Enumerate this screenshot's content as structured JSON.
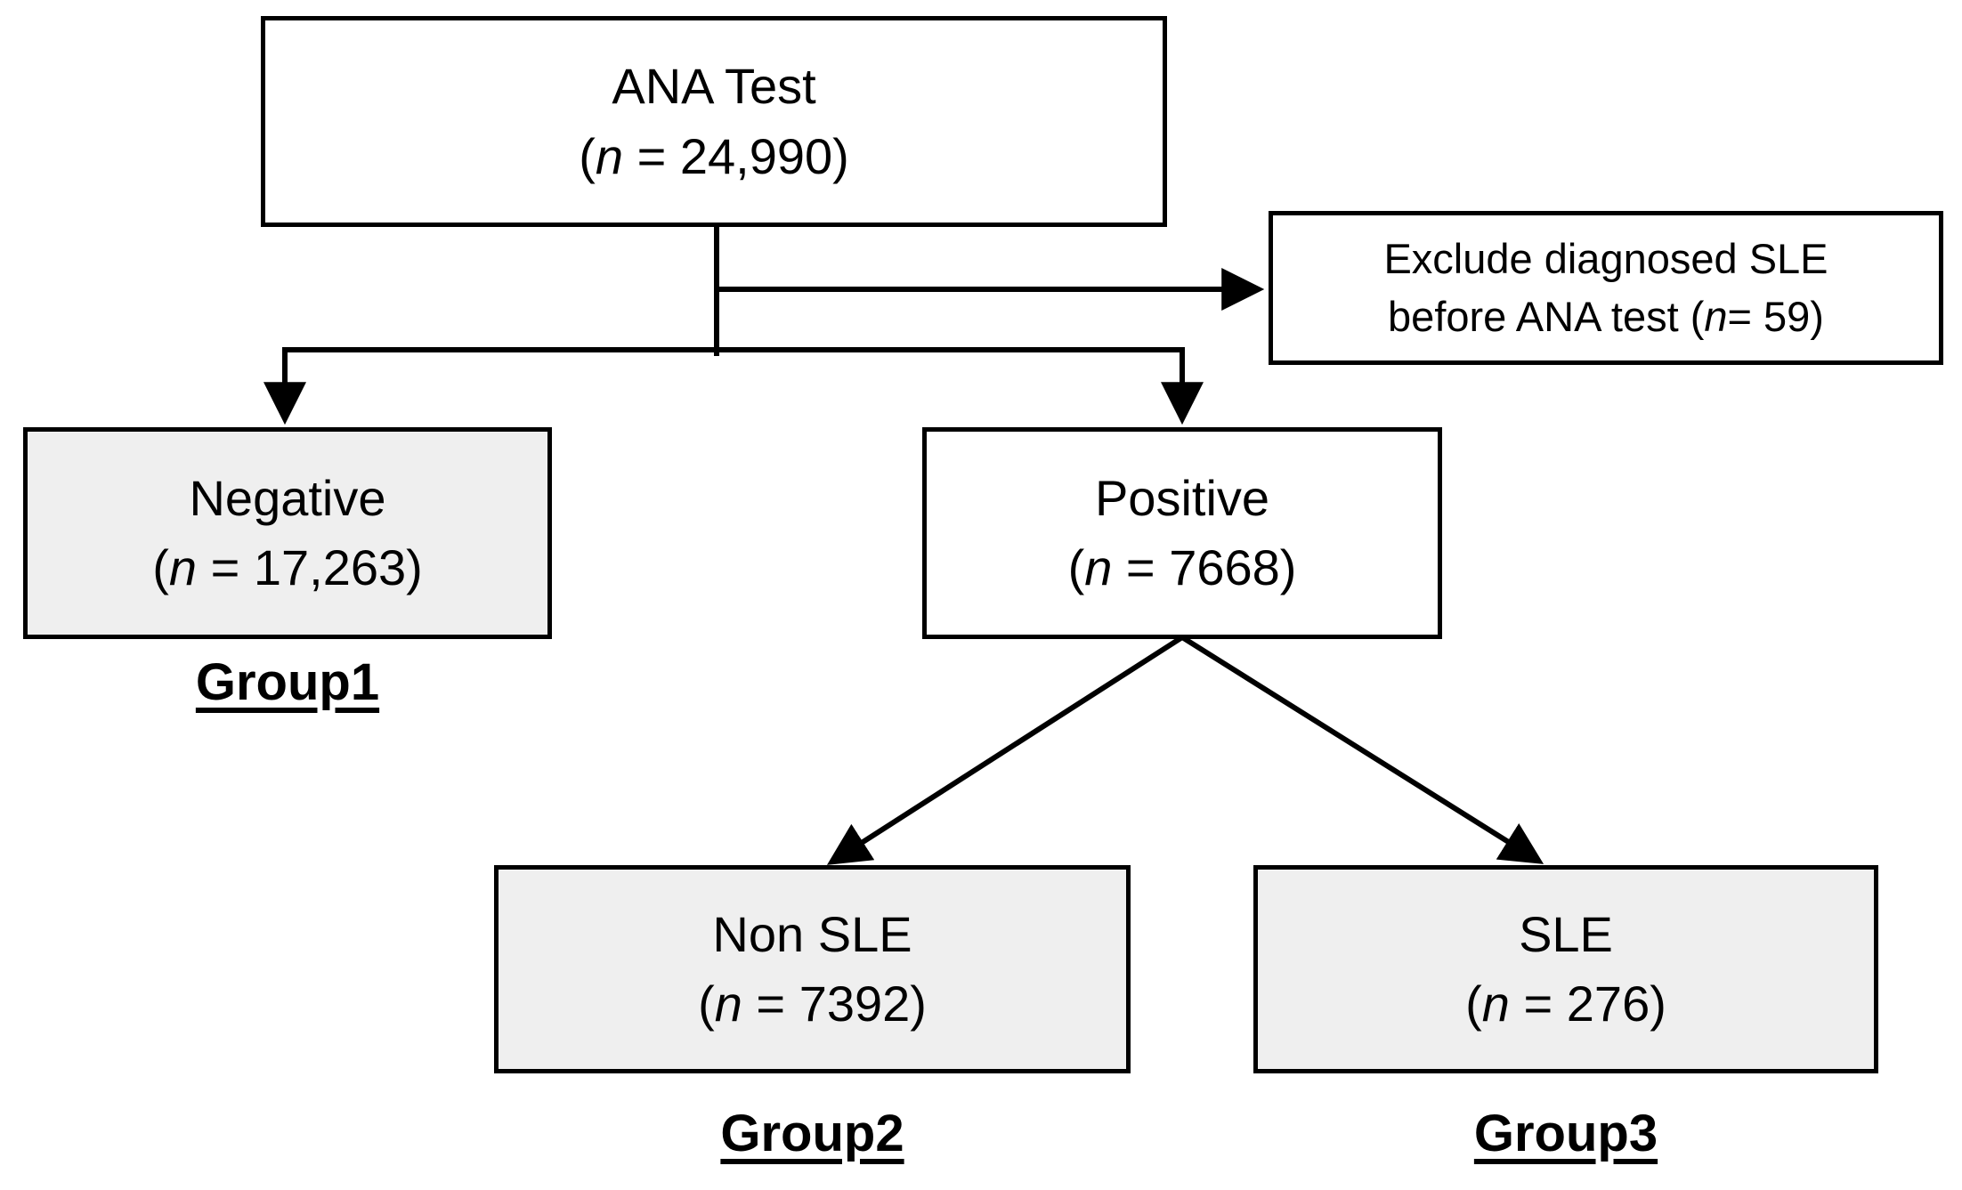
{
  "diagram": {
    "nodes": {
      "ana_test": {
        "title": "ANA Test",
        "count_pre": "(",
        "count_n": "n",
        "count_post": " = 24,990)"
      },
      "exclusion": {
        "line1": "Exclude diagnosed SLE",
        "line2_pre": "before ANA test (",
        "line2_n": "n",
        "line2_post": "= 59)"
      },
      "negative": {
        "title": "Negative",
        "count_pre": "(",
        "count_n": "n",
        "count_post": " = 17,263)"
      },
      "positive": {
        "title": "Positive",
        "count_pre": "(",
        "count_n": "n",
        "count_post": " = 7668)"
      },
      "non_sle": {
        "title": "Non SLE",
        "count_pre": "(",
        "count_n": "n",
        "count_post": " = 7392)"
      },
      "sle": {
        "title": "SLE",
        "count_pre": "(",
        "count_n": "n",
        "count_post": " = 276)"
      }
    },
    "group_labels": {
      "group1": "Group1",
      "group2": "Group2",
      "group3": "Group3"
    },
    "colors": {
      "background": "#ffffff",
      "box_border": "#000000",
      "shaded_fill": "#efefef",
      "white_fill": "#ffffff",
      "line": "#000000",
      "text": "#000000"
    }
  }
}
